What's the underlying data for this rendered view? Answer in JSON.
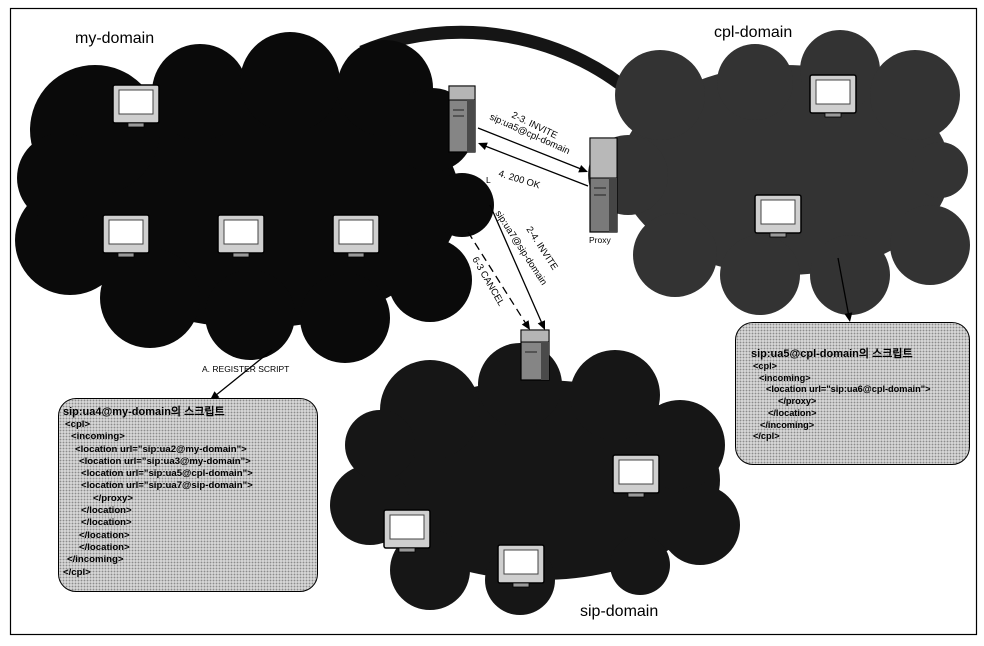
{
  "diagram": {
    "domains": {
      "my_domain": "my-domain",
      "cpl_domain": "cpl-domain",
      "sip_domain": "sip-domain"
    },
    "nodes": {
      "proxy_label": "Proxy",
      "edge_mark": "L"
    },
    "messages": {
      "invite_to_cpl": "2-3. INVITE",
      "invite_to_cpl_uri": "sip:ua5@cpl-domain",
      "ok_response": "4. 200 OK",
      "invite_to_sip": "2-4. INVITE",
      "invite_to_sip_uri": "sip:ua7@sip-domain",
      "cancel": "6-3 CANCEL",
      "register": "A. REGISTER SCRIPT"
    },
    "icons": {
      "computer": "computer-icon",
      "server": "server-icon"
    },
    "colors": {
      "my_domain_cloud": "#0a0a0a",
      "cpl_domain_cloud": "#333333",
      "sip_domain_cloud": "#161616",
      "script_box": "#d4d4d4"
    }
  },
  "scripts": {
    "ua4": {
      "heading": "sip:ua4@my-domain의 스크립트",
      "lines": [
        "<cpl>",
        "<incoming>",
        "<location url=\"sip:ua2@my-domain\">",
        "<location url=\"sip:ua3@my-domain\">",
        "<location url=\"sip:ua5@cpl-domain\">",
        "<location url=\"sip:ua7@sip-domain\">",
        "</proxy>",
        "</location>",
        "</location>",
        "</location>",
        "</location>",
        "</incoming>",
        "</cpl>"
      ]
    },
    "ua5": {
      "heading": "sip:ua5@cpl-domain의 스크립트",
      "lines": [
        "<cpl>",
        "<incoming>",
        "<location url=\"sip:ua6@cpl-domain\">",
        "</proxy>",
        "</location>",
        "</incoming>",
        "</cpl>"
      ]
    }
  }
}
